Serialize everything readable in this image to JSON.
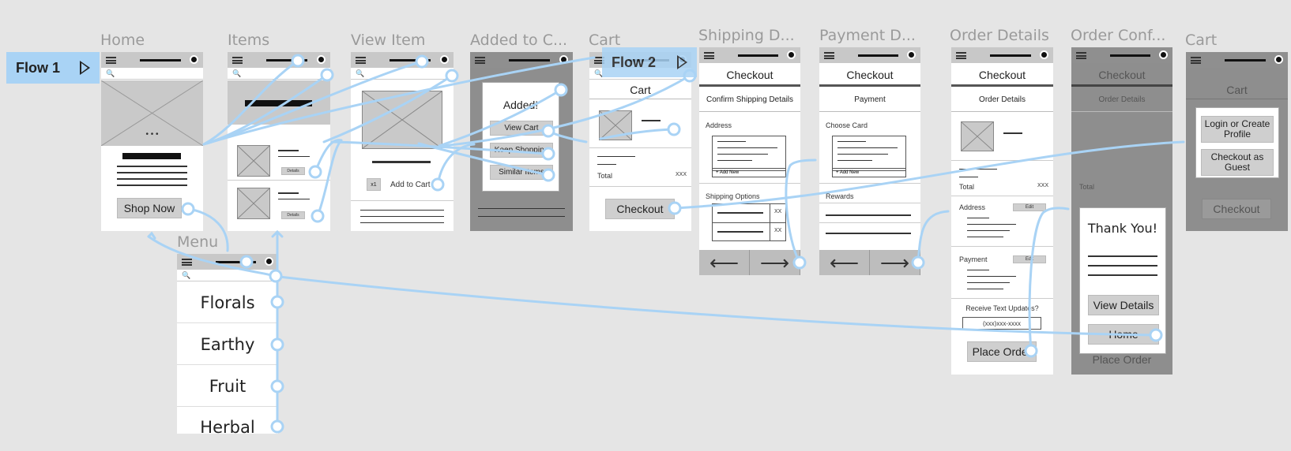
{
  "flows": [
    {
      "label": "Flow 1"
    },
    {
      "label": "Flow 2"
    }
  ],
  "frames": {
    "home": {
      "title": "Home",
      "dots": "• • •",
      "cta": "Shop Now"
    },
    "items": {
      "title": "Items",
      "detail_btn": "Details",
      "detail_btn2": "Details"
    },
    "view_item": {
      "title": "View Item",
      "qty": "x1",
      "add": "Add to Cart"
    },
    "added": {
      "title": "Added to C...",
      "heading": "Added!",
      "opt1": "View Cart",
      "opt2": "Keep Shopping",
      "opt3": "Similar Items"
    },
    "cart": {
      "title": "Cart",
      "heading": "Cart",
      "total": "Total",
      "total_val": "XXX",
      "checkout": "Checkout"
    },
    "shipping": {
      "title": "Shipping D...",
      "heading": "Checkout",
      "sub": "Confirm Shipping Details",
      "address": "Address",
      "add_new": "+ Add New",
      "options": "Shipping Options",
      "opt_val1": "XX",
      "opt_val2": "XX"
    },
    "payment": {
      "title": "Payment D...",
      "heading": "Checkout",
      "sub": "Payment",
      "choose": "Choose Card",
      "add_new": "+ Add New",
      "rewards": "Rewards"
    },
    "order_details": {
      "title": "Order Details",
      "heading": "Checkout",
      "sub": "Order Details",
      "total": "Total",
      "total_val": "XXX",
      "address": "Address",
      "edit1": "Edit",
      "payment": "Payment",
      "edit2": "Edit",
      "updates": "Receive Text Updates?",
      "phone": "(xxx)xxx-xxxx",
      "place": "Place Order"
    },
    "order_conf": {
      "title": "Order Conf...",
      "heading": "Checkout",
      "sub": "Order Details",
      "total": "Total",
      "thanks": "Thank You!",
      "view": "View Details",
      "home": "Home",
      "place": "Place Order"
    },
    "cart2": {
      "title": "Cart",
      "heading": "Cart",
      "login": "Login or Create Profile",
      "guest": "Checkout as Guest",
      "checkout": "Checkout"
    },
    "menu": {
      "title": "Menu",
      "items": [
        "Florals",
        "Earthy",
        "Fruit",
        "Herbal"
      ]
    }
  },
  "colors": {
    "connector": "#a9d3f5",
    "flow_fill": "#a9d3f5",
    "background": "#e5e5e5"
  }
}
